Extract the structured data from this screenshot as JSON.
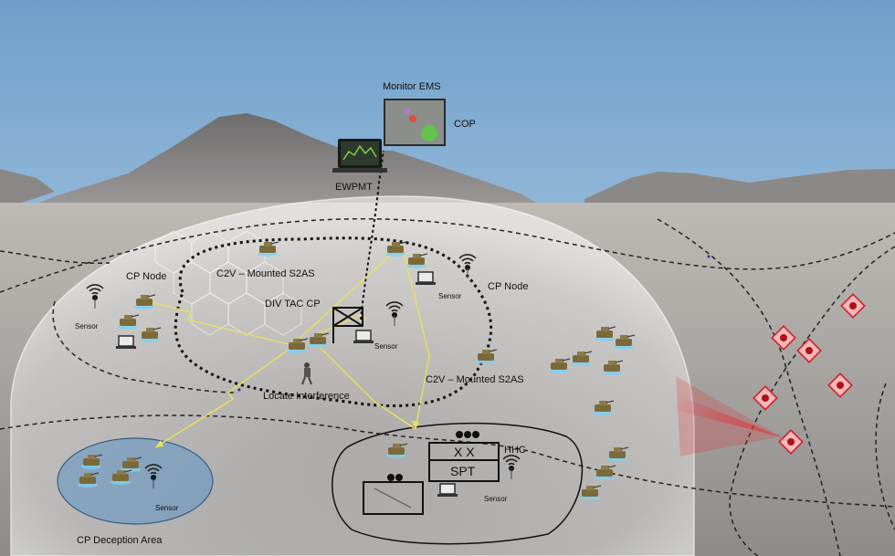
{
  "labels": {
    "monitor_ems": "Monitor EMS",
    "cop": "COP",
    "ewpmt": "EWPMT",
    "cp_node_left": "CP Node",
    "cp_node_right": "CP Node",
    "c2v_top": "C2V – Mounted S2AS",
    "c2v_right": "C2V – Mounted S2AS",
    "div_tac_cp": "DIV TAC  CP",
    "locate_interference": "Locate Interference",
    "hhc": "HHC",
    "spt_xx": "X X",
    "spt": "SPT",
    "cp_deception_area": "CP Deception Area",
    "sensor": "Sensor"
  },
  "colors": {
    "sky_top": "#6e9fcb",
    "sky_bottom": "#c7dceb",
    "ground": "#9c9a98",
    "dome": "#f2f5f8",
    "link": "#e8e05a",
    "deception_area": "#5f93c4",
    "threat_red": "#e0323a",
    "threat_fill": "#f4b3b3"
  },
  "icons": [
    "wifi-sensor-icon",
    "vehicle-icon",
    "laptop-icon",
    "hq-flag-icon",
    "threat-diamond-icon",
    "soldier-icon",
    "monitor-icon"
  ]
}
